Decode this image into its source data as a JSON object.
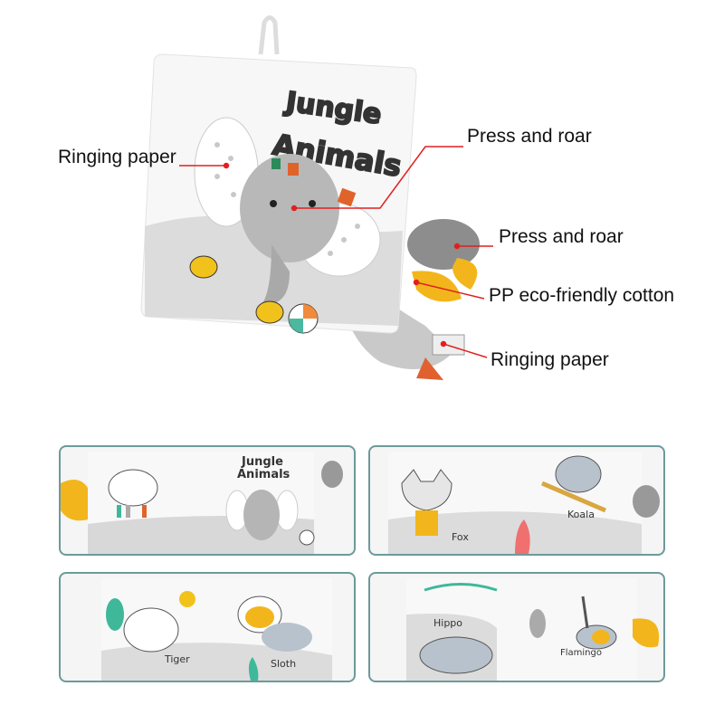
{
  "product": {
    "cover_title_line1": "Jungle",
    "cover_title_line2": "Animals"
  },
  "callouts": [
    {
      "label": "Ringing paper"
    },
    {
      "label": "Press and roar"
    },
    {
      "label": "Press and roar"
    },
    {
      "label": "PP eco-friendly cotton"
    },
    {
      "label": "Ringing paper"
    }
  ],
  "panels": [
    {
      "labels": [
        "Jungle",
        "Animals"
      ]
    },
    {
      "labels": [
        "Fox",
        "Koala"
      ]
    },
    {
      "labels": [
        "Tiger",
        "Sloth"
      ]
    },
    {
      "labels": [
        "Hippo",
        "Flamingo"
      ]
    }
  ],
  "colors": {
    "callout_line": "#e02020",
    "panel_border": "#6d9a9b",
    "accent_yellow": "#f2b61c",
    "accent_teal": "#3fb89a"
  }
}
